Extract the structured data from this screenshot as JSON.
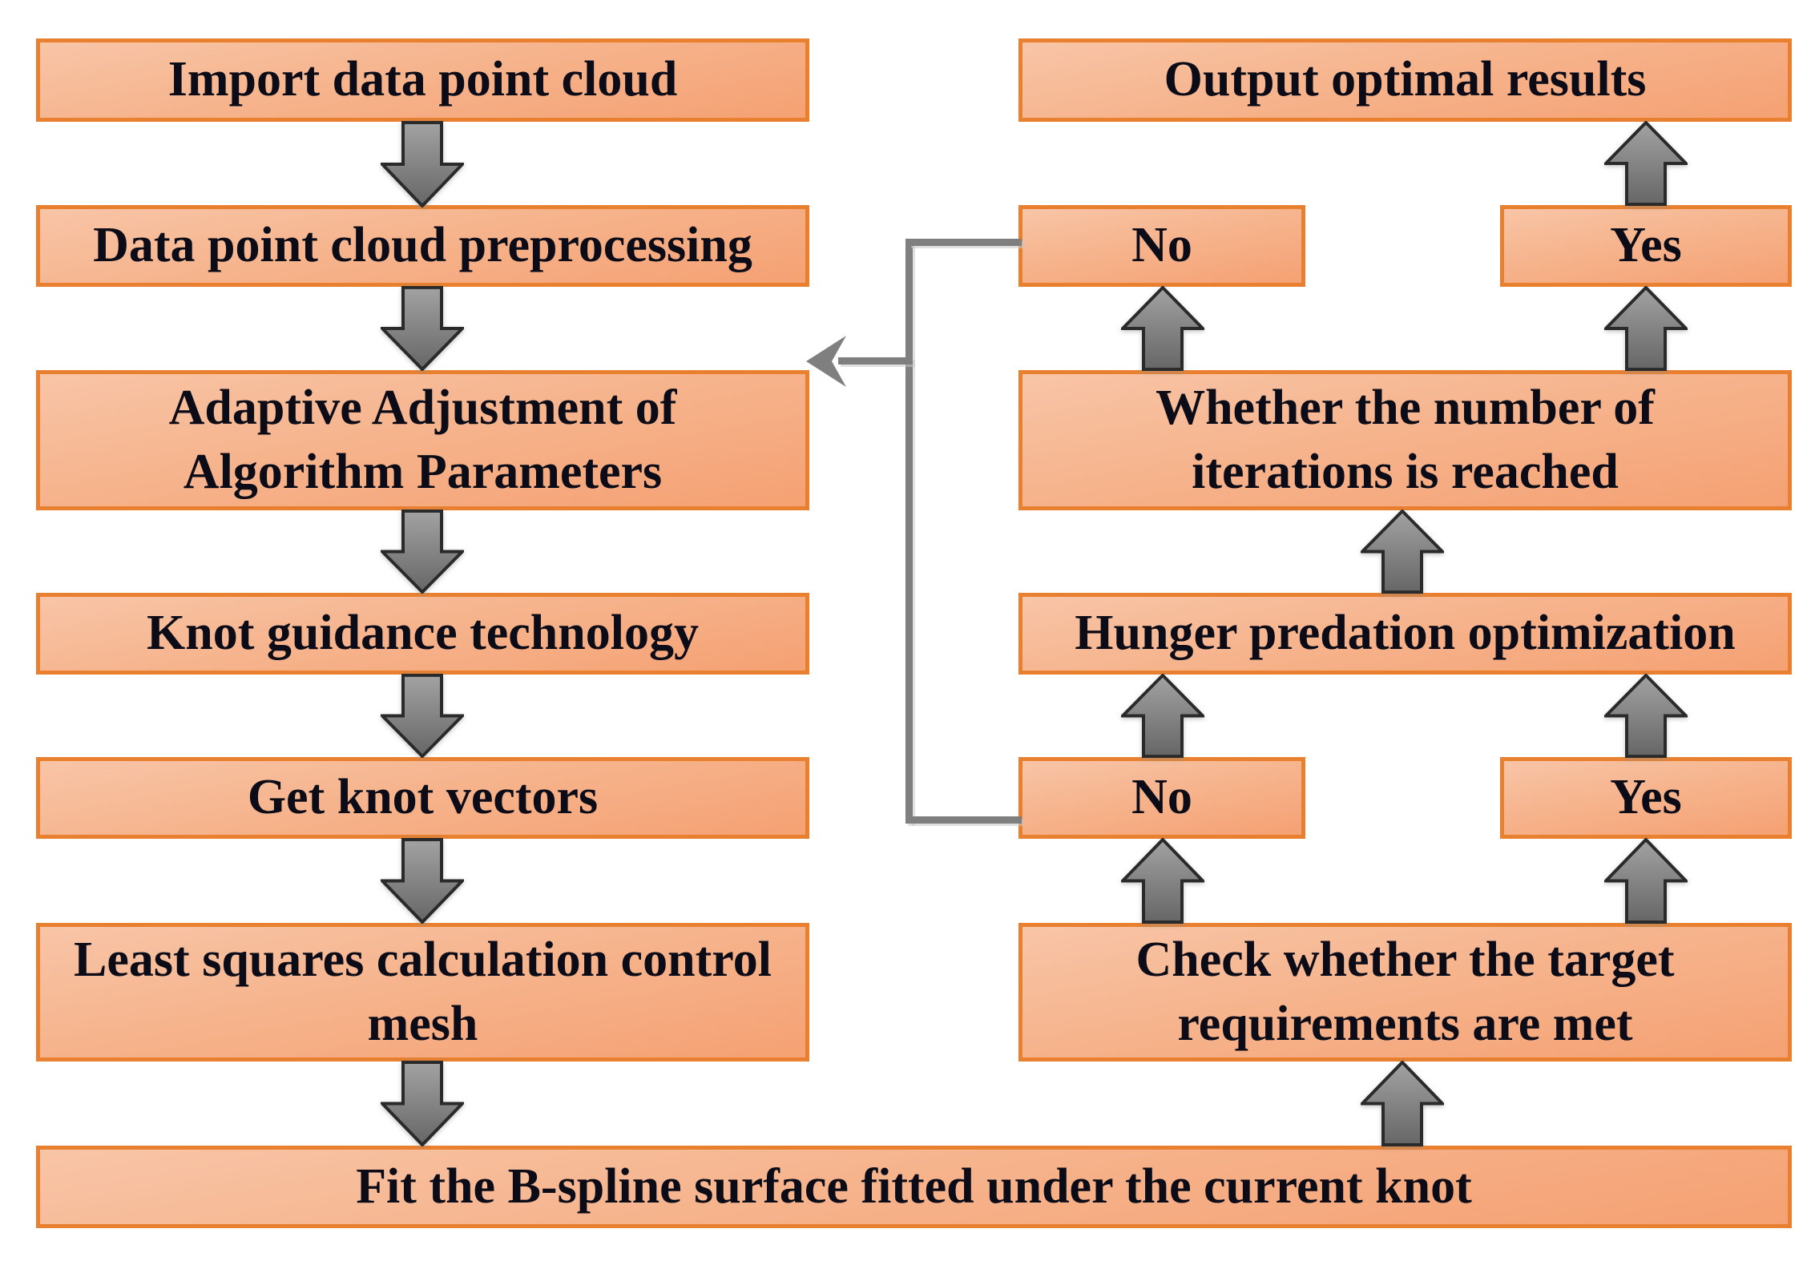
{
  "figure": {
    "type": "flowchart",
    "background": "#ffffff",
    "box_border_color": "#e8802f",
    "box_fill_top": "#f8c5a7",
    "box_fill_bottom": "#f5a173",
    "text_color": "#0c0c18",
    "arrow_fill_light": "#a2a2a2",
    "arrow_fill_dark": "#666666",
    "arrow_outline": "#2a2a2a",
    "connector_color": "#7f7f7f"
  },
  "nodes": {
    "import": {
      "label": "Import data point cloud",
      "lines": [
        "Import data point cloud"
      ]
    },
    "preprocess": {
      "label": "Data point cloud preprocessing",
      "lines": [
        "Data point cloud preprocessing"
      ]
    },
    "adaptive": {
      "label": "Adaptive Adjustment of Algorithm Parameters",
      "lines": [
        "Adaptive Adjustment of",
        "Algorithm Parameters"
      ]
    },
    "knot_guidance": {
      "label": "Knot guidance technology",
      "lines": [
        "Knot guidance technology"
      ]
    },
    "get_knots": {
      "label": "Get knot vectors",
      "lines": [
        "Get knot vectors"
      ]
    },
    "least_squares": {
      "label": "Least squares calculation control mesh",
      "lines": [
        "Least squares calculation control",
        "mesh"
      ]
    },
    "fit_surface": {
      "label": "Fit the B-spline surface fitted under the current knot",
      "lines": [
        "Fit the B-spline surface fitted under the current knot"
      ]
    },
    "output": {
      "label": "Output optimal results",
      "lines": [
        "Output optimal results"
      ]
    },
    "no_top": {
      "label": "No",
      "lines": [
        "No"
      ]
    },
    "yes_top": {
      "label": "Yes",
      "lines": [
        "Yes"
      ]
    },
    "iterations": {
      "label": "Whether the number of iterations is reached",
      "lines": [
        "Whether the number of",
        "iterations is reached"
      ]
    },
    "hunger": {
      "label": "Hunger predation optimization",
      "lines": [
        "Hunger predation optimization"
      ]
    },
    "no_bottom": {
      "label": "No",
      "lines": [
        "No"
      ]
    },
    "yes_bottom": {
      "label": "Yes",
      "lines": [
        "Yes"
      ]
    },
    "check": {
      "label": "Check whether the target requirements are met",
      "lines": [
        "Check whether the target",
        "requirements are met"
      ]
    }
  }
}
